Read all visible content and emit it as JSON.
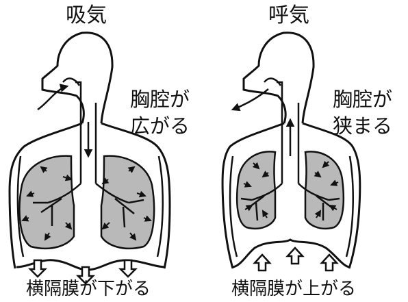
{
  "inhale": {
    "title": "吸気",
    "chest_line1": "胸腔が",
    "chest_line2": "広がる",
    "diaphragm": "横隔膜が下がる"
  },
  "exhale": {
    "title": "呼気",
    "chest_line1": "胸腔が",
    "chest_line2": "狭まる",
    "diaphragm": "横隔膜が上がる"
  },
  "colors": {
    "line": "#111111",
    "lung_fill": "#b9b9b9",
    "background": "#ffffff"
  }
}
